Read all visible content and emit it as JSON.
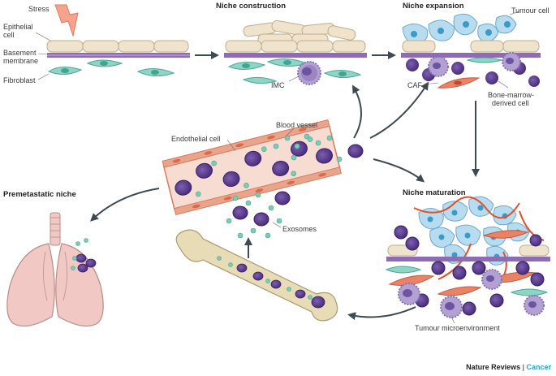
{
  "titles": {
    "niche_construction": "Niche construction",
    "niche_expansion": "Niche expansion",
    "niche_maturation": "Niche maturation",
    "premetastatic_niche": "Premetastatic niche"
  },
  "labels": {
    "stress": "Stress",
    "epithelial_cell_1": "Epithelial",
    "epithelial_cell_2": "cell",
    "basement_membrane_1": "Basement",
    "basement_membrane_2": "membrane",
    "fibroblast": "Fibroblast",
    "imc": "IMC",
    "tumour_cell": "Tumour cell",
    "caf": "CAF",
    "bone_marrow_1": "Bone-marrow-",
    "bone_marrow_2": "derived cell",
    "endothelial_cell": "Endothelial cell",
    "blood_vessel": "Blood vessel",
    "exosomes": "Exosomes",
    "tumour_microenvironment": "Tumour microenvironment"
  },
  "credit": {
    "publisher": "Nature Reviews",
    "separator": "|",
    "journal": "Cancer"
  },
  "colors": {
    "epithelial": "#efe3cc",
    "membrane": "#8e6bb2",
    "fibroblast": "#8fd4c6",
    "imc": "#9b86c0",
    "tumour": "#b8dcef",
    "caf": "#ea8266",
    "bmdc": "#5a3a8e",
    "vessel": "#e9a58c",
    "exosome": "#7ccbb7",
    "bone": "#e8dcb6",
    "lung": "#f1c8c4",
    "arrow": "#3e4a52"
  }
}
